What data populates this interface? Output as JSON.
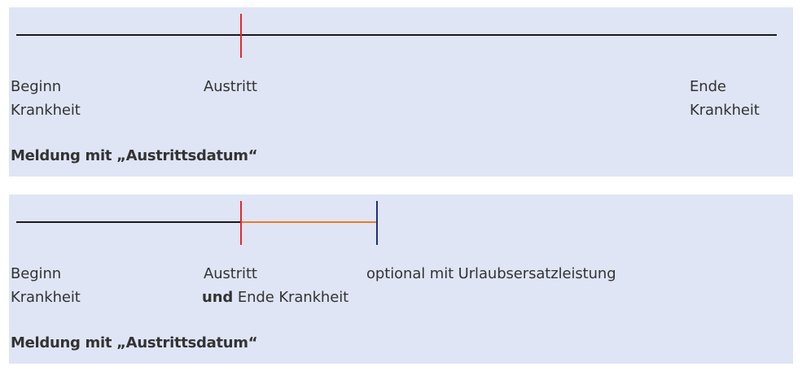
{
  "colors": {
    "panel_bg": "#dfe5f5",
    "timeline": "#1a1a1a",
    "austritt_marker": "#e8262b",
    "extension": "#e87a2c",
    "end_marker": "#1e2f7a"
  },
  "panel1": {
    "label_start_line1": "Beginn",
    "label_start_line2": "Krankheit",
    "label_austritt": "Austritt",
    "label_end_line1": "Ende",
    "label_end_line2": "Krankheit",
    "heading": "Meldung mit „Austrittsdatum“"
  },
  "panel2": {
    "label_start_line1": "Beginn",
    "label_start_line2": "Krankheit",
    "label_austritt_line1": "Austritt",
    "label_austritt_und": "und",
    "label_austritt_rest": " Ende Krankheit",
    "label_optional": "optional mit Urlaubsersatzleistung",
    "heading": "Meldung mit „Austrittsdatum“"
  }
}
